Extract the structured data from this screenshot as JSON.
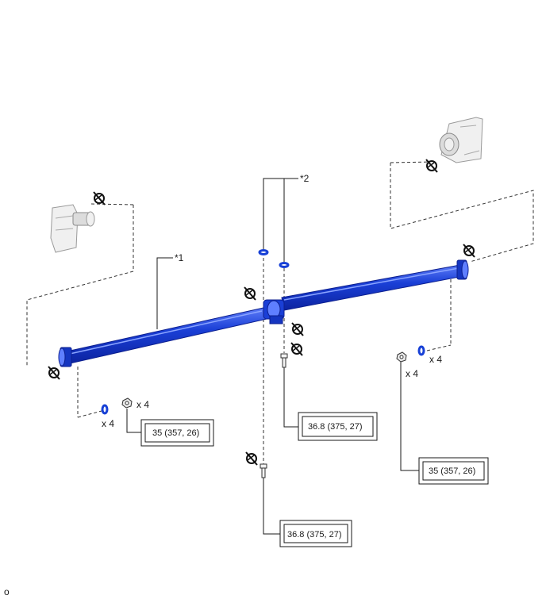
{
  "callouts": {
    "part1": "*1",
    "part2": "*2"
  },
  "quantities": {
    "gasket_left": "x 4",
    "nut_left": "x 4",
    "gasket_right": "x 4",
    "nut_right": "x 4"
  },
  "torques": {
    "left_flange": "35 (357, 26)",
    "center_bearing": "36.8 (375, 27)",
    "center_bolt": "36.8 (375, 27)",
    "right_flange": "35 (357, 26)"
  },
  "reference_code": "o",
  "colors": {
    "shaft": "#1a3fd6",
    "shaft_dark": "#0c23a0",
    "shaft_light": "#5f7fff",
    "line": "#1a1a1a"
  },
  "icons": [
    "match-mark-icon",
    "gasket-ring-icon",
    "nut-icon",
    "bolt-icon"
  ]
}
